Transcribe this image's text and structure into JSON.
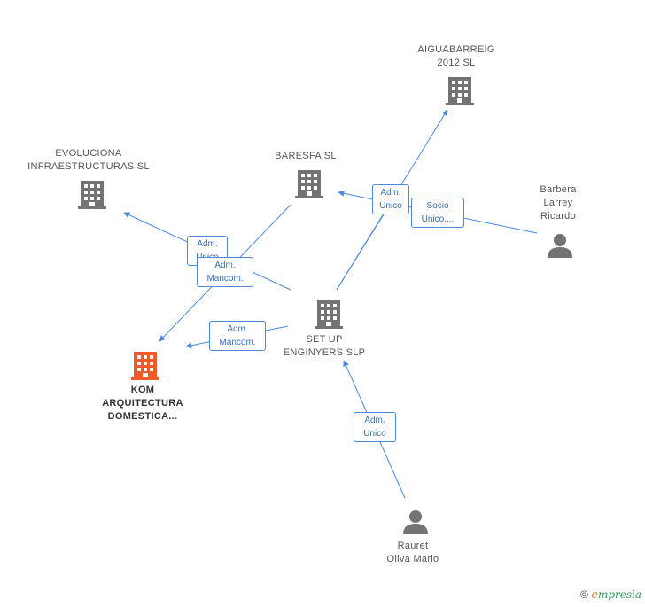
{
  "colors": {
    "edge": "#4a89dc",
    "company": "#737373",
    "focus": "#f05a28",
    "person": "#737373"
  },
  "nodes": {
    "aiguabarreig": {
      "line1": "AIGUABARREIG",
      "line2": "2012  SL",
      "icon": "building-icon"
    },
    "evoluciona": {
      "line1": "EVOLUCIONA",
      "line2": "INFRAESTRUCTURAS SL",
      "icon": "building-icon"
    },
    "baresfa": {
      "line1": "BARESFA  SL",
      "icon": "building-icon"
    },
    "barbera": {
      "line1": "Barbera",
      "line2": "Larrey",
      "line3": "Ricardo",
      "icon": "person-icon"
    },
    "setup": {
      "line1": "SET UP",
      "line2": "ENGINYERS SLP",
      "icon": "building-icon"
    },
    "kom": {
      "line1": "KOM",
      "line2": "ARQUITECTURA",
      "line3": "DOMESTICA...",
      "icon": "building-icon"
    },
    "rauret": {
      "line1": "Rauret",
      "line2": "Oliva Mario",
      "icon": "person-icon"
    }
  },
  "edges": {
    "e1": {
      "line1": "Adm.",
      "line2": "Unico"
    },
    "e2": {
      "line1": "Socio",
      "line2": "Único,..."
    },
    "e3": {
      "line1": "Adm.",
      "line2": "Unico"
    },
    "e4": {
      "line1": "Adm.",
      "line2": "Mancom."
    },
    "e5": {
      "line1": "Adm.",
      "line2": "Mancom."
    },
    "e6": {
      "line1": "Adm.",
      "line2": "Unico"
    }
  },
  "footer": {
    "copyright": "©",
    "brand_e": "e",
    "brand_rest": "mpresia"
  }
}
